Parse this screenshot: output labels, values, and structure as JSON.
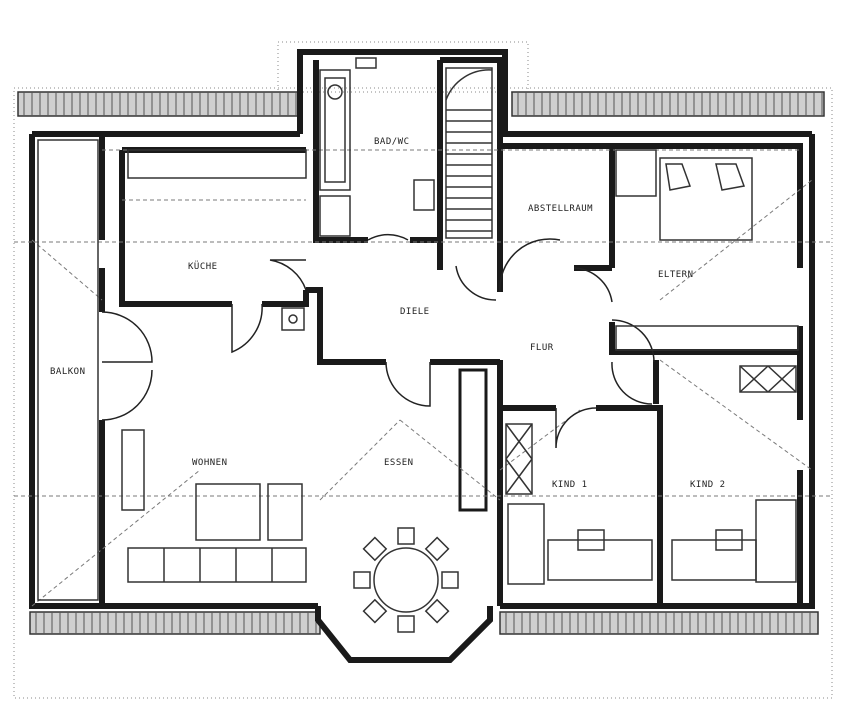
{
  "rooms": {
    "bad": "BAD/WC",
    "abstellraum": "ABSTELLRAUM",
    "kueche": "KÜCHE",
    "eltern": "ELTERN",
    "diele": "DIELE",
    "flur": "FLUR",
    "balkon": "BALKON",
    "wohnen": "WOHNEN",
    "essen": "ESSEN",
    "kind1": "KIND 1",
    "kind2": "KIND 2"
  }
}
